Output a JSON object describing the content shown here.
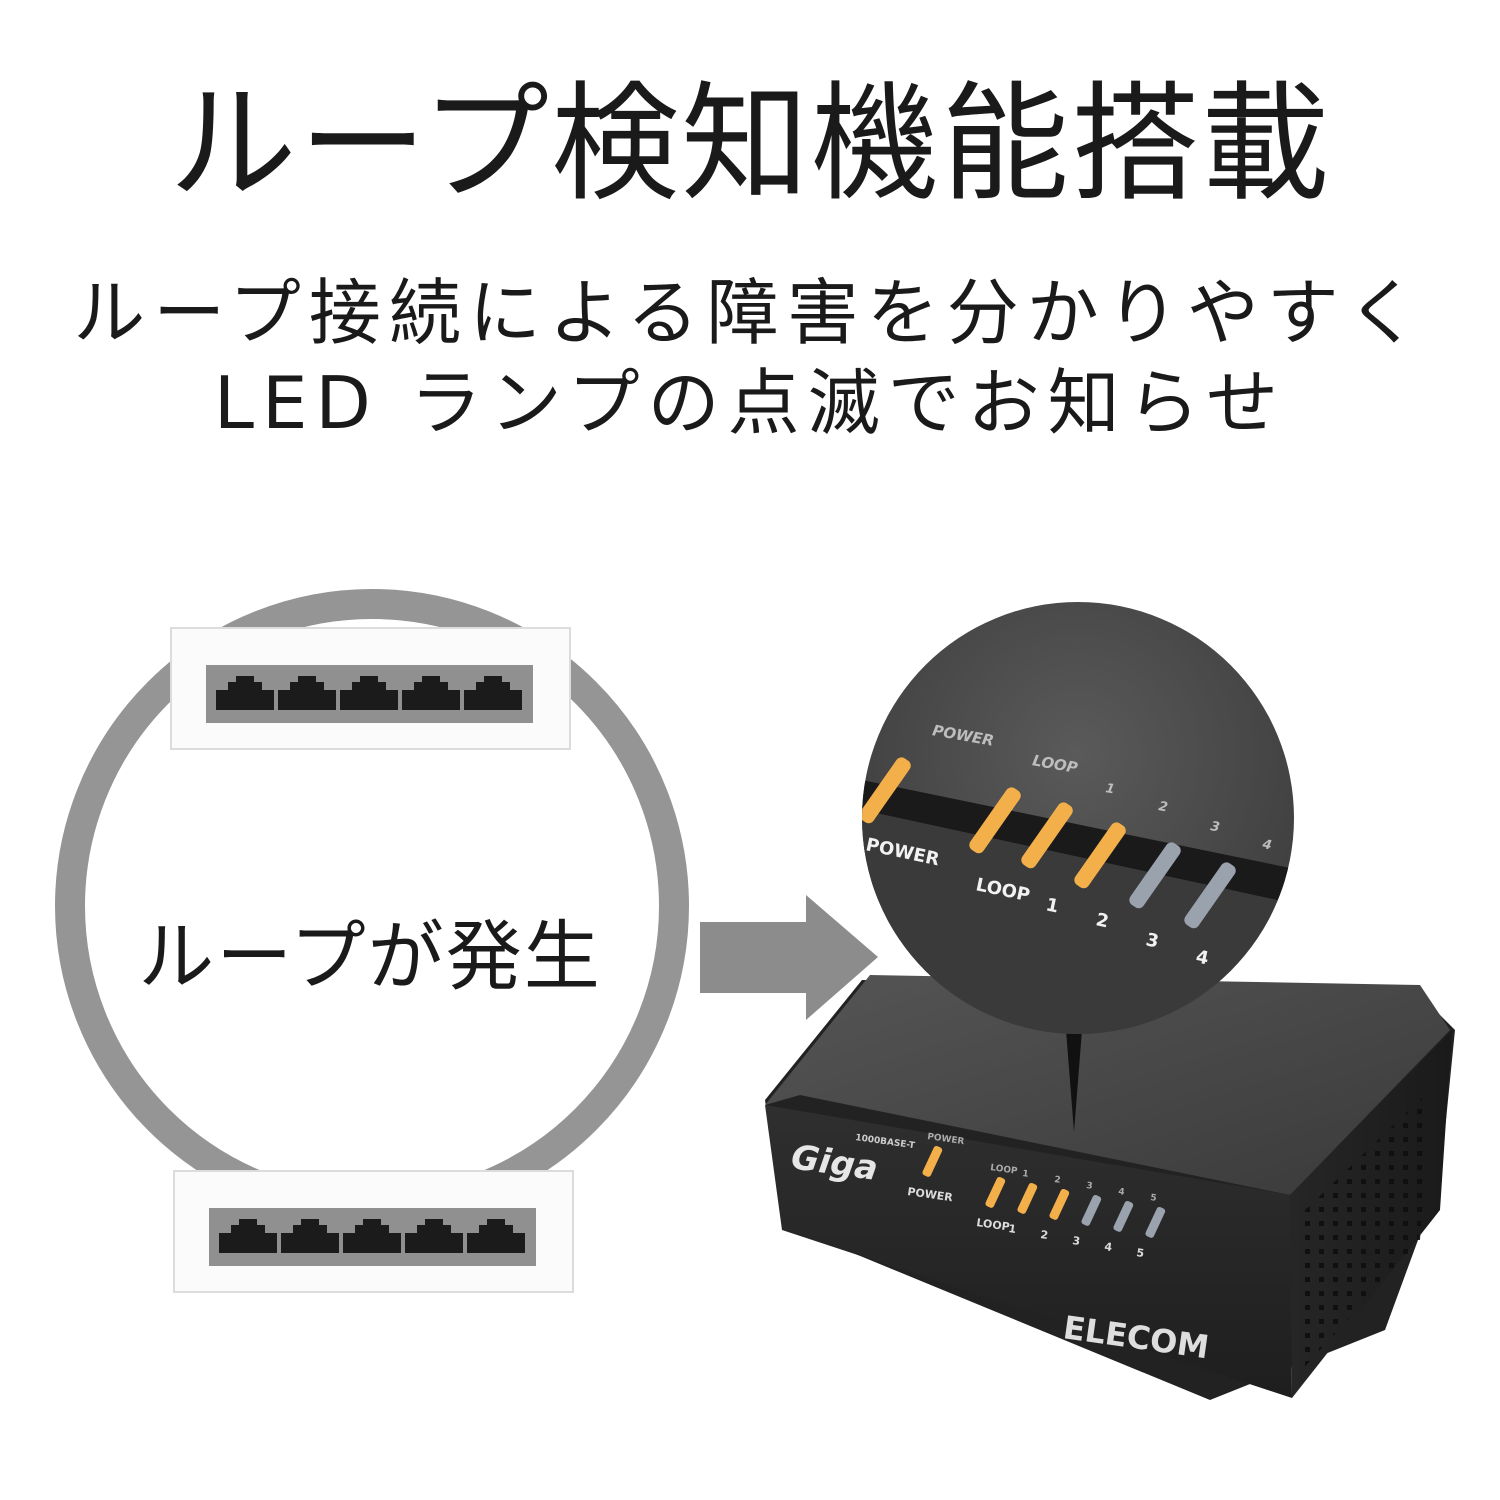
{
  "heading": {
    "title": "ループ検知機能搭載",
    "subtitle_line1": "ループ接続による障害を分かりやすく",
    "subtitle_line2": "LED ランプの点滅でお知らせ"
  },
  "diagram": {
    "center_label": "ループが発生",
    "ports_per_switch": 5
  },
  "device": {
    "brand": "ELECOM",
    "logo": "Giga",
    "logo_sub": "1000BASE-T",
    "led_labels": [
      "POWER",
      "LOOP",
      "1",
      "2",
      "3",
      "4",
      "5"
    ],
    "lit_leds": [
      "POWER",
      "LOOP",
      "1",
      "2"
    ]
  },
  "zoom": {
    "led_labels_top": [
      "POWER",
      "LOOP",
      "1",
      "2",
      "3",
      "4"
    ],
    "led_labels_bottom": [
      "POWER",
      "LOOP",
      "1",
      "2",
      "3",
      "4"
    ]
  },
  "colors": {
    "ring": "#959595",
    "arrow": "#8c8c8c",
    "led_on": "#f3b04a",
    "device_body": "#3a3a3a"
  }
}
